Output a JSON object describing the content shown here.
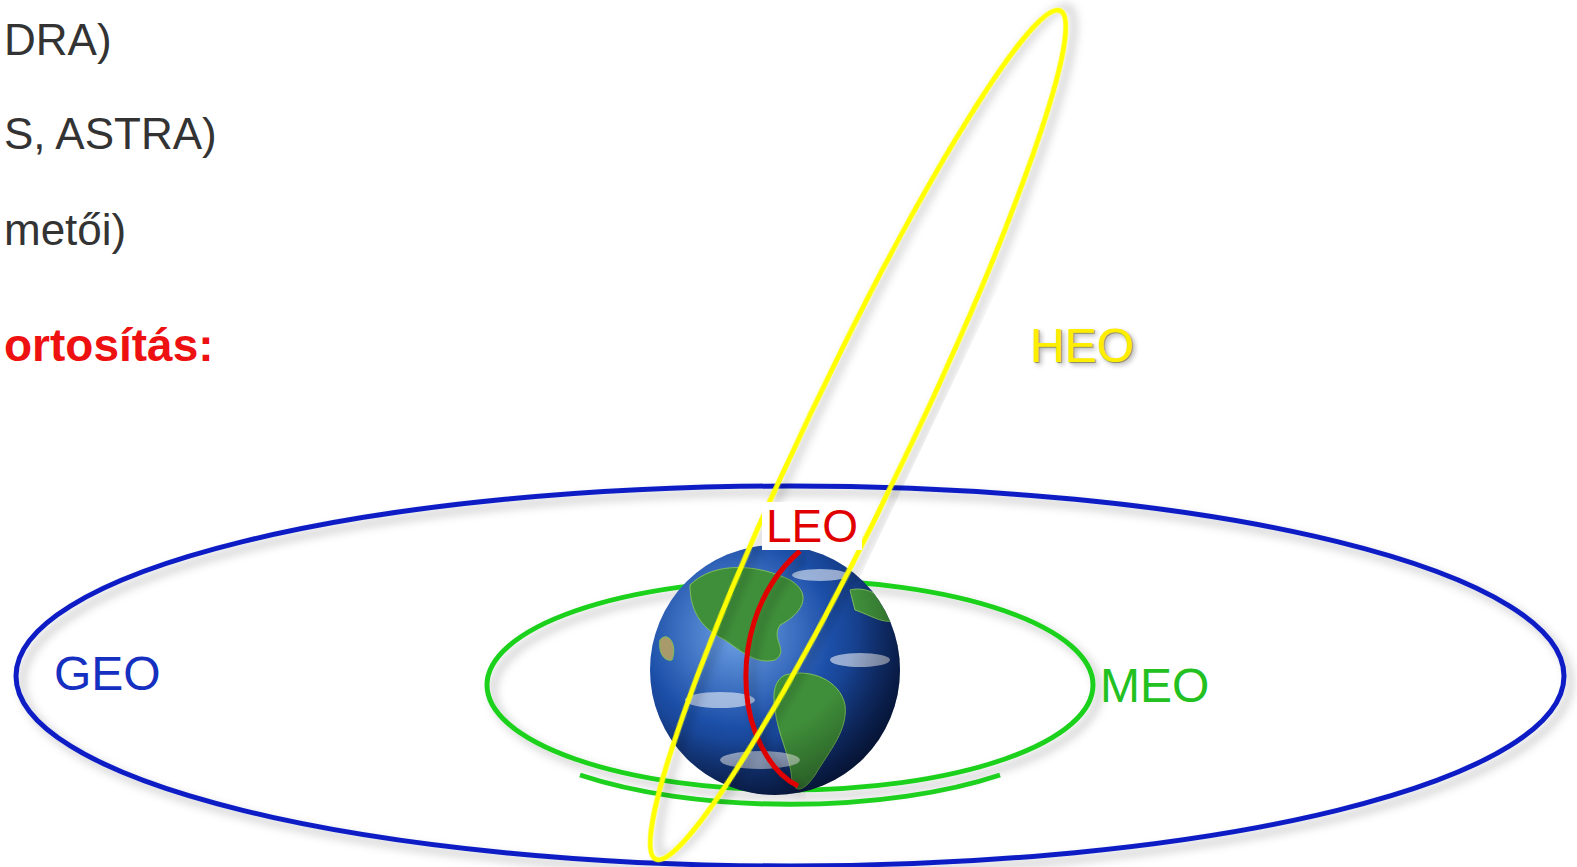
{
  "diagram": {
    "labels": [
      "DRA)",
      "S, ASTRA)",
      "metői)",
      "ortosítás:",
      "HEO",
      "LEO",
      "GEO",
      "MEO"
    ]
  }
}
